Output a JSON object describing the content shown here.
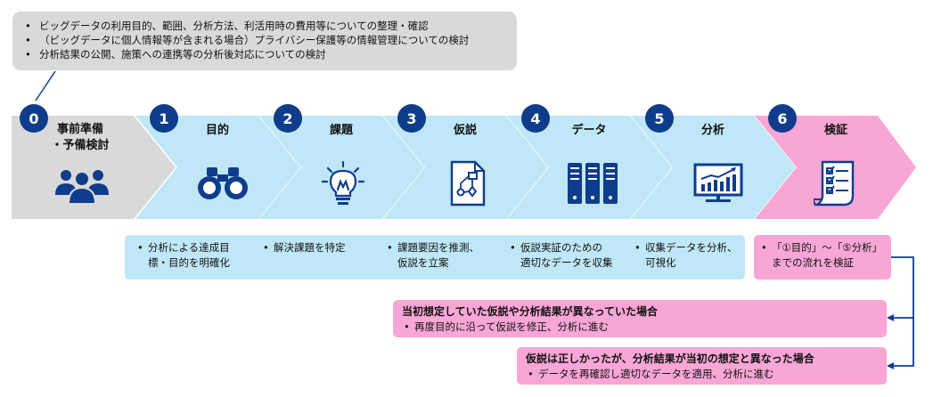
{
  "callout": {
    "items": [
      "ビッグデータの利用目的、範囲、分析方法、利活用時の費用等についての整理・確認",
      "（ビッグデータに個人情報等が含まれる場合）プライバシー保護等の情報管理についての検討",
      "分析結果の公開、施策への連携等の分析後対応についての検討"
    ]
  },
  "steps": [
    {
      "num": "0",
      "label_line1": "事前準備",
      "label_line2": "・予備検討",
      "icon": "people-icon"
    },
    {
      "num": "1",
      "label_line1": "目的",
      "label_line2": "",
      "icon": "binoculars-icon"
    },
    {
      "num": "2",
      "label_line1": "課題",
      "label_line2": "",
      "icon": "lightbulb-icon"
    },
    {
      "num": "3",
      "label_line1": "仮説",
      "label_line2": "",
      "icon": "flowchart-icon"
    },
    {
      "num": "4",
      "label_line1": "データ",
      "label_line2": "",
      "icon": "server-icon"
    },
    {
      "num": "5",
      "label_line1": "分析",
      "label_line2": "",
      "icon": "chart-monitor-icon"
    },
    {
      "num": "6",
      "label_line1": "検証",
      "label_line2": "",
      "icon": "checklist-icon"
    }
  ],
  "descriptions": [
    {
      "line1": "分析による達成目",
      "line2": "標・目的を明確化"
    },
    {
      "line1": "解決課題を特定",
      "line2": ""
    },
    {
      "line1": "課題要因を推測、",
      "line2": "仮説を立案"
    },
    {
      "line1": "仮説実証のための",
      "line2": "適切なデータを収集"
    },
    {
      "line1": "収集データを分析、",
      "line2": "可視化"
    },
    {
      "line1": "「①目的」～「⑤分析」",
      "line2": "までの流れを検証"
    }
  ],
  "feedback": [
    {
      "heading": "当初想定していた仮説や分析結果が異なっていた場合",
      "bullet": "再度目的に沿って仮説を修正、分析に進む"
    },
    {
      "heading": "仮説は正しかったが、分析結果が当初の想定と異なった場合",
      "bullet": "データを再確認し適切なデータを適用、分析に進む"
    }
  ],
  "colors": {
    "step0": "#d9d9d9",
    "steps1to5": "#bfe7f7",
    "step6": "#f7a6d5",
    "number_circle": "#0f3d8c",
    "icon": "#0f3d8c",
    "connector": "#0f3d8c"
  }
}
